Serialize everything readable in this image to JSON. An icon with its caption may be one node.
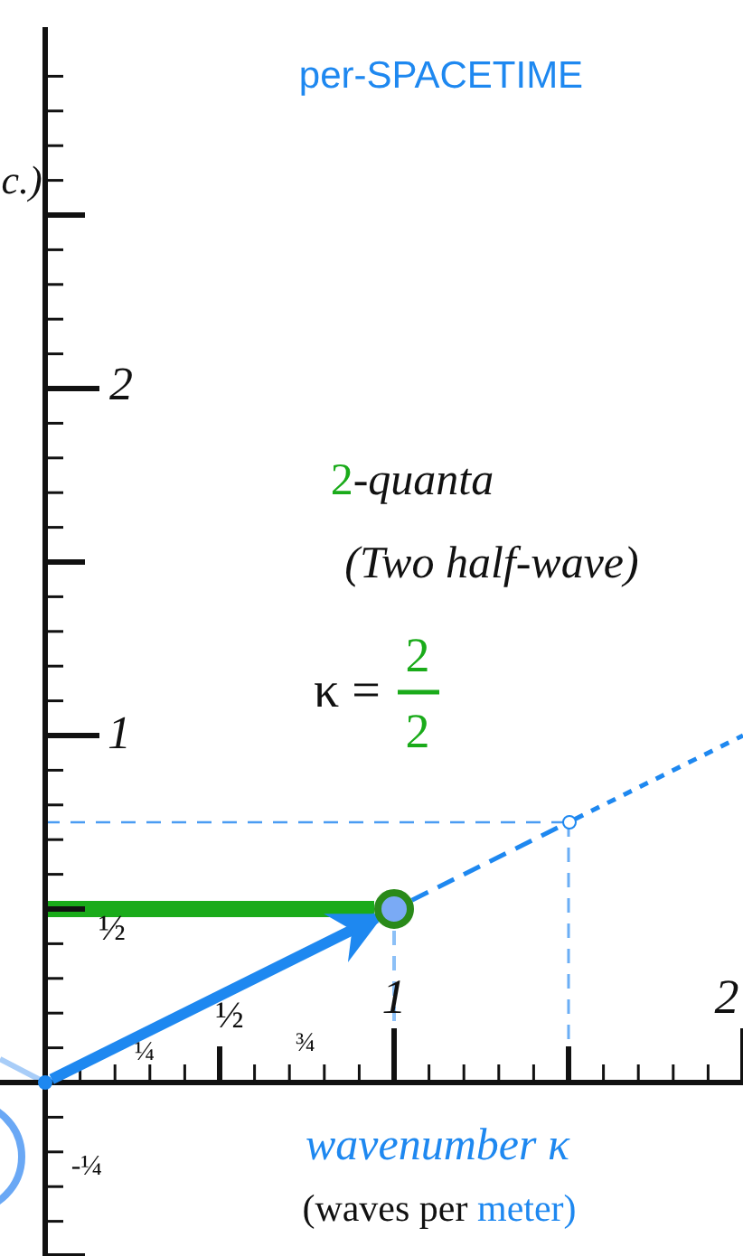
{
  "diagram": {
    "nodes": [
      {
        "text": [],
        "shape": "circle"
      },
      {
        "text": [],
        "shape": "circle"
      },
      {
        "text": [],
        "shape": "circle"
      }
    ],
    "edges": [
      {
        "from": 0,
        "to": 1,
        "arrow": "to",
        "style": "thick"
      },
      {
        "from": 1,
        "to": 2,
        "arrow": "none",
        "style": "dashed"
      },
      {
        "from": 2,
        "to": null,
        "arrow": "none",
        "style": "dashed"
      }
    ],
    "labels": [
      "c.)",
      "per-SPACETIME",
      "2",
      "2-quanta",
      "(Two half-wave)",
      "κ =",
      "2",
      "2",
      "1",
      "½",
      "¼",
      "½",
      "¾",
      "1",
      "2",
      "-¼",
      "wavenumber κ",
      "(waves per meter)"
    ]
  }
}
